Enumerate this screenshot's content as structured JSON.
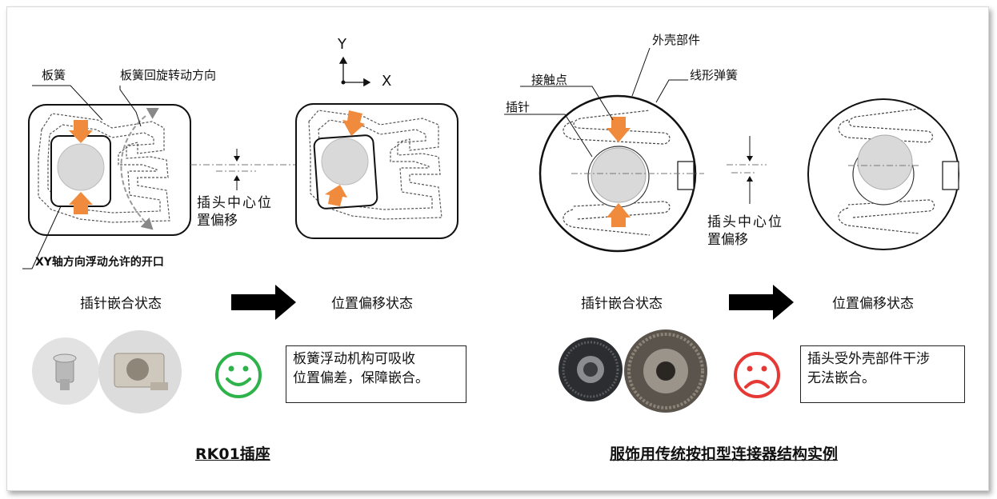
{
  "left": {
    "leaf_spring_label": "板簧",
    "rotation_label": "板簧回旋转动方向",
    "opening_label": "XY轴方向浮动允许的开口",
    "axis_y": "Y",
    "axis_x": "X",
    "offset_label_1": "插头中心位",
    "offset_label_2": "置偏移",
    "state_engaged": "插针嵌合状态",
    "state_offset": "位置偏移状态",
    "result_line_1": "板簧浮动机构可吸收",
    "result_line_2": "位置偏差，保障嵌合。",
    "result_icon": "smiley-face-icon",
    "caption": "RK01插座"
  },
  "right": {
    "shell_label": "外壳部件",
    "contact_label": "接触点",
    "wire_spring_label": "线形弹簧",
    "pin_label": "插针",
    "offset_label_1": "插头中心位",
    "offset_label_2": "置偏移",
    "state_engaged": "插针嵌合状态",
    "state_offset": "位置偏移状态",
    "result_line_1": "插头受外壳部件干涉",
    "result_line_2": "无法嵌合。",
    "result_icon": "sad-face-icon",
    "caption": "服饰用传统按扣型连接器结构实例"
  },
  "colors": {
    "arrow_orange": "#f08a3c",
    "happy_green": "#2eb24a",
    "sad_red": "#e53935",
    "pin_gray": "#d9d9d9"
  }
}
